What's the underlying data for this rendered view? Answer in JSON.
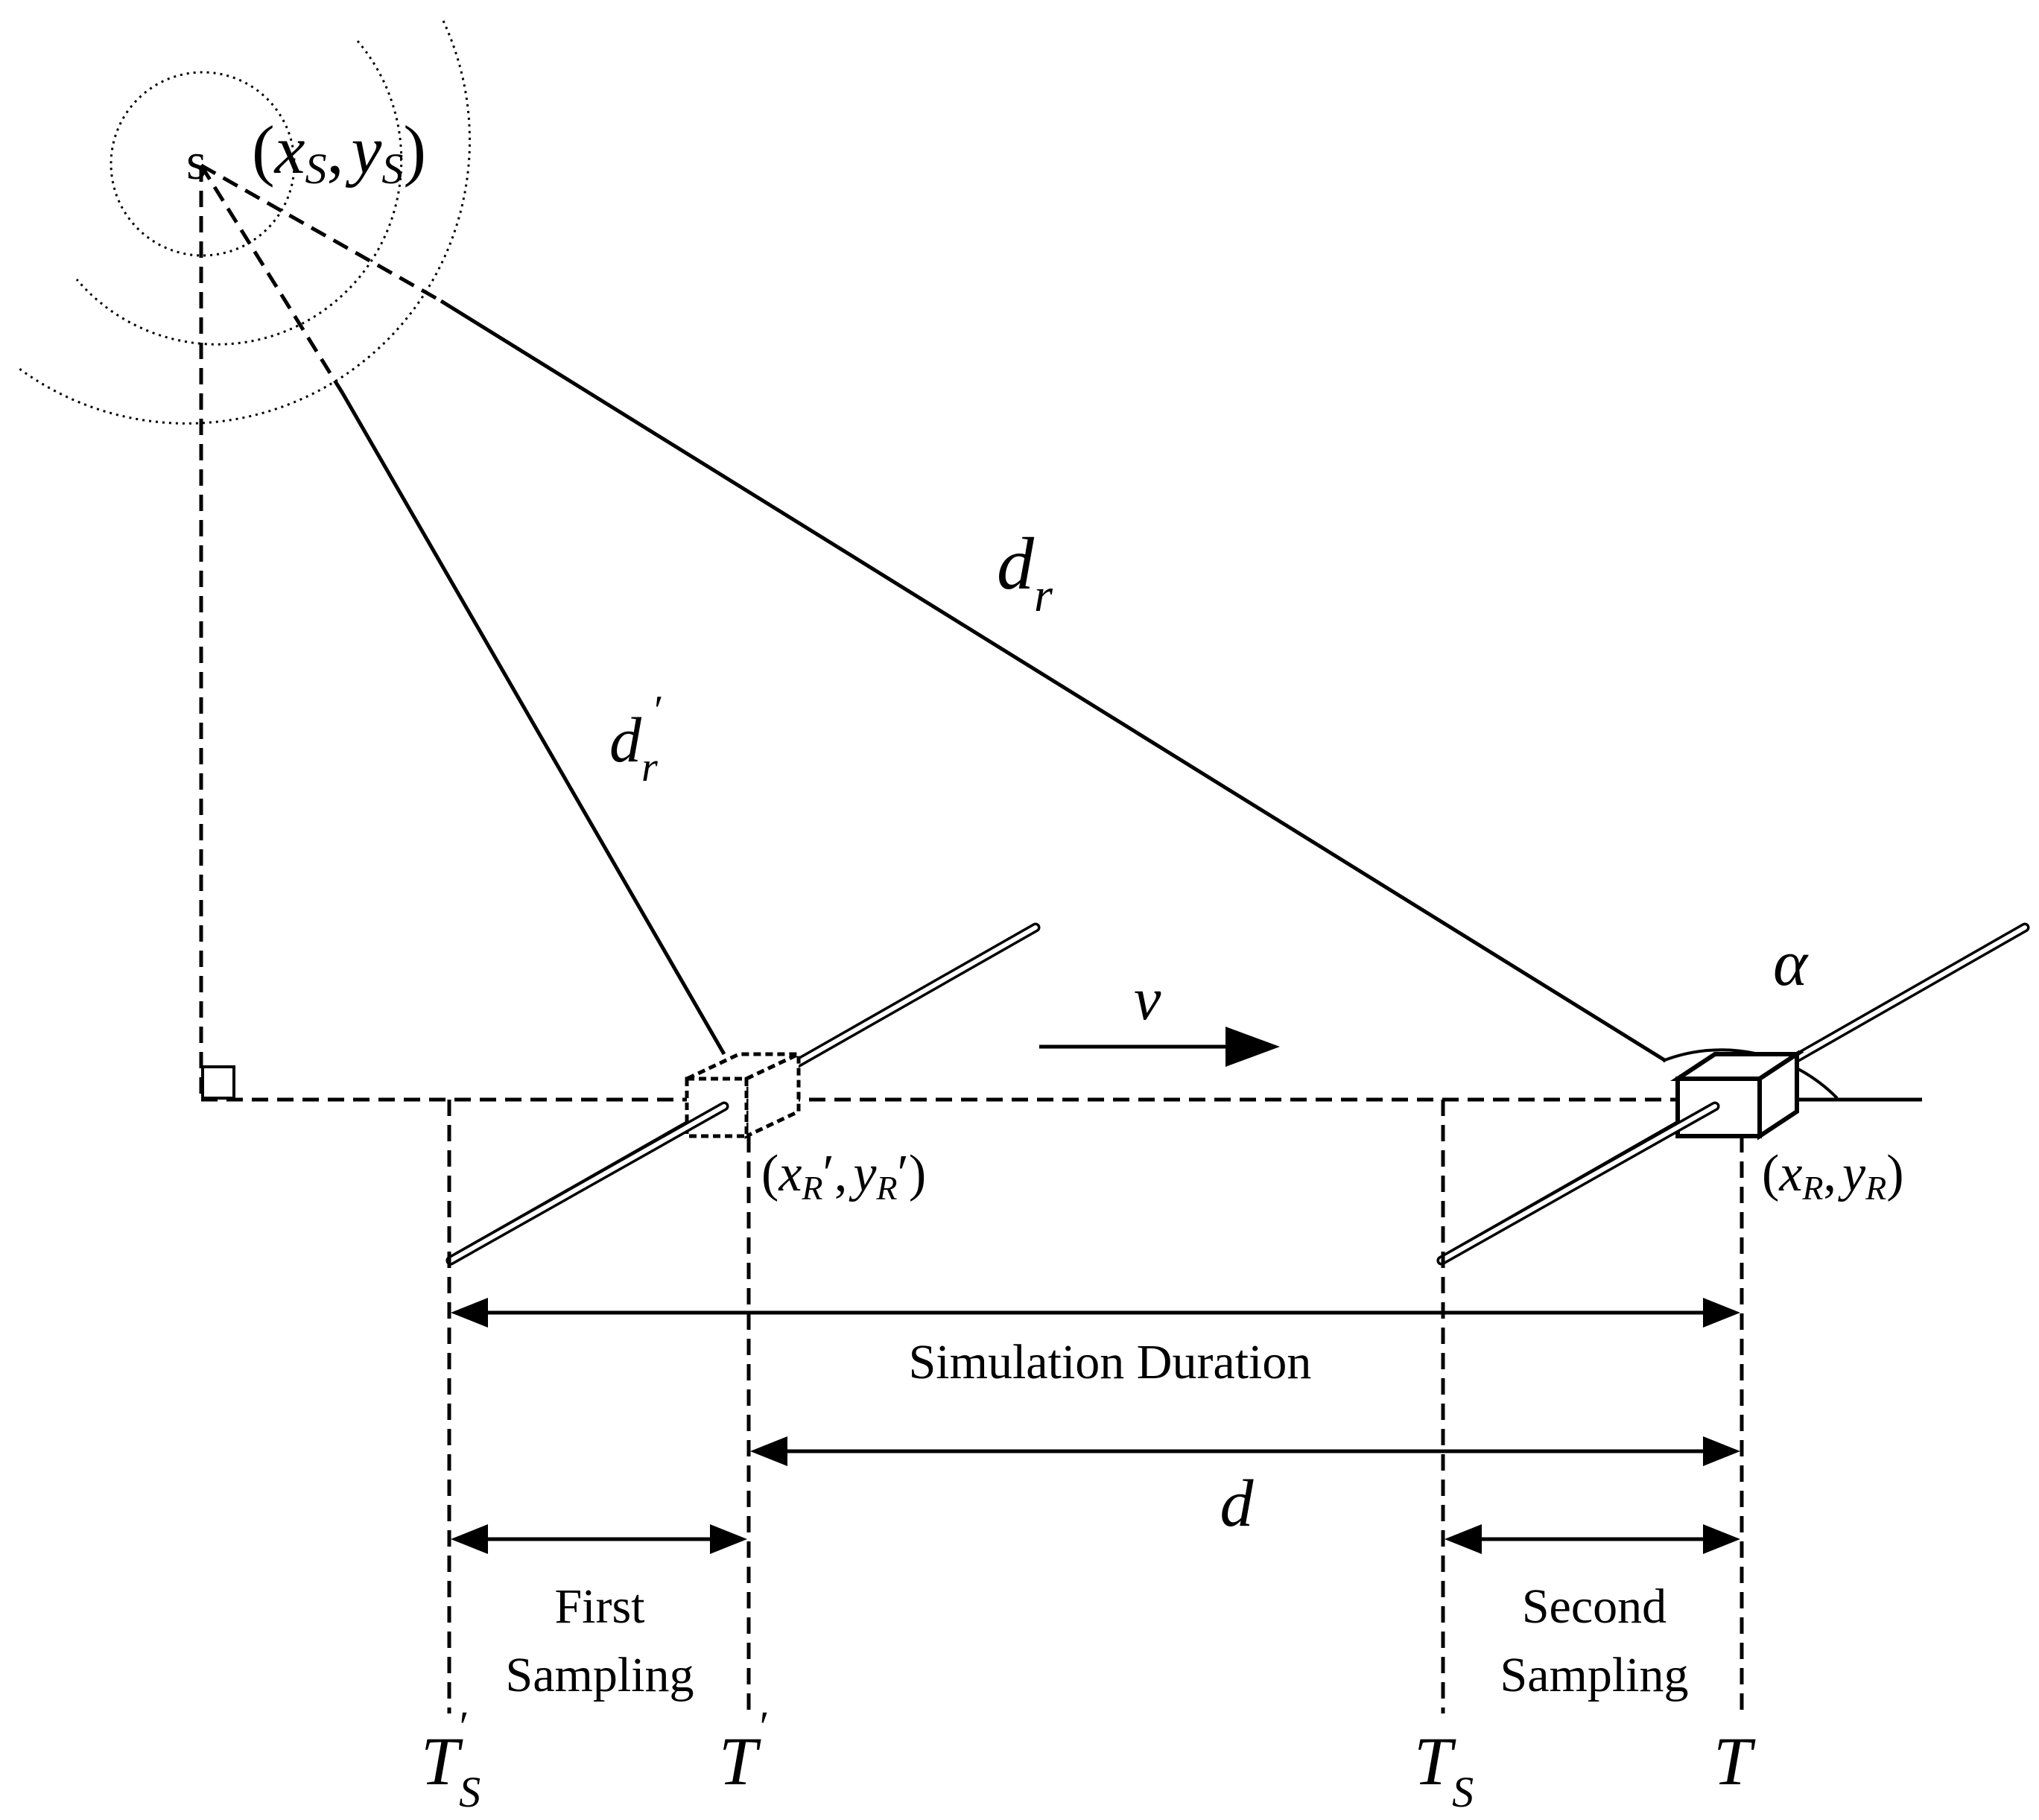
{
  "source": {
    "letter": "s",
    "coord": {
      "open": "(",
      "x": "x",
      "xsub": "S",
      "comma": ",",
      "y": "y",
      "ysub": "S",
      "close": ")"
    }
  },
  "distances": {
    "dr": {
      "base": "d",
      "sub": "r"
    },
    "dr_prime": {
      "base": "d",
      "sub": "r",
      "sup": "′"
    },
    "d": "d"
  },
  "velocity": "v",
  "angle": "α",
  "receiver_prev": {
    "open": "(",
    "x": "x",
    "xsub": "R",
    "prime1": "′",
    "comma": ",",
    "y": "y",
    "ysub": "R",
    "prime2": "′",
    "close": ")"
  },
  "receiver_cur": {
    "open": "(",
    "x": "x",
    "xsub": "R",
    "comma": ",",
    "y": "y",
    "ysub": "R",
    "close": ")"
  },
  "spans": {
    "simulation_duration": "Simulation Duration",
    "first_sampling": [
      "First",
      "Sampling"
    ],
    "second_sampling": [
      "Second",
      "Sampling"
    ]
  },
  "time_marks": {
    "ts_prime": {
      "base": "T",
      "sub": "S",
      "sup": "′"
    },
    "t_prime": {
      "base": "T",
      "sup": "′"
    },
    "ts": {
      "base": "T",
      "sub": "S"
    },
    "t": "T"
  }
}
